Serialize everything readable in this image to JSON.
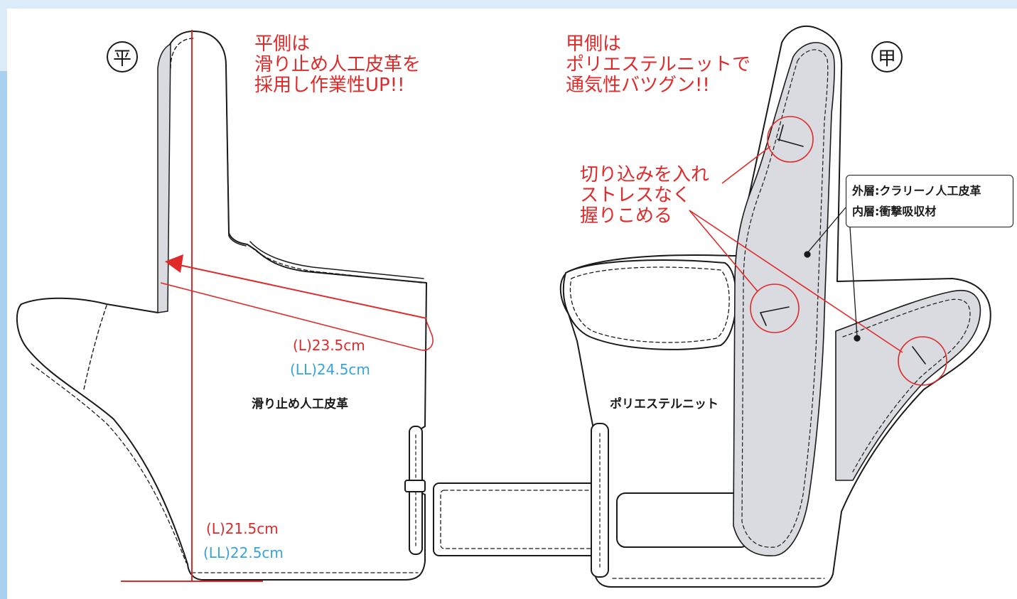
{
  "marks": {
    "palm_side": "平",
    "back_side": "甲"
  },
  "callouts": {
    "palm": [
      "平側は",
      "滑り止め人工皮革を",
      "採用し作業性UP!!"
    ],
    "back": [
      "甲側は",
      "ポリエステルニットで",
      "通気性バツグン!!"
    ],
    "slits": [
      "切り込みを入れ",
      "ストレスなく",
      "握りこめる"
    ]
  },
  "measurements": {
    "finger_l": "(L)23.5cm",
    "finger_ll": "(LL)24.5cm",
    "length_l": "(L)21.5cm",
    "length_ll": "(LL)22.5cm"
  },
  "materials": {
    "palm_material": "滑り止め人工皮革",
    "back_material": "ポリエステルニット"
  },
  "layers": {
    "outer": "外層:クラリーノ人工皮革",
    "inner": "内層:衝撃吸収材"
  },
  "colors": {
    "accent_red": "#e02a2a",
    "accent_blue": "#36a4db",
    "pad_gray": "#d9dbe0",
    "frame_blue": "#a9d0ef"
  }
}
